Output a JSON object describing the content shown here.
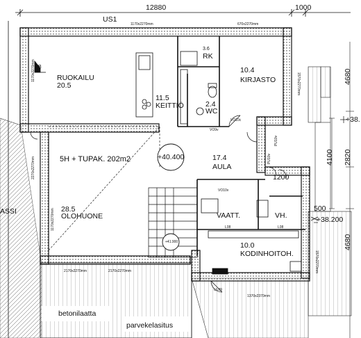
{
  "dimensions": {
    "top_total": "12880",
    "top_right": "1000",
    "right_upper": "4680",
    "right_mid": "2820",
    "right_lower": "4680",
    "aula_depth": "4100",
    "small_1200": "1200",
    "small_500": "500"
  },
  "elevations": {
    "main_floor": "+40.400",
    "right_upper_level": "+38.",
    "right_lower_level": "+38.200",
    "sauna_level": "+41.900"
  },
  "title": "5H + TUPAK. 202m2",
  "rooms": [
    {
      "name": "RUOKAILU",
      "area": "20.5"
    },
    {
      "name": "KEITTIÖ",
      "area": "11.5"
    },
    {
      "name": "RK",
      "area": "3.6"
    },
    {
      "name": "WC",
      "area": "2.4"
    },
    {
      "name": "KIRJASTO",
      "area": "10.4"
    },
    {
      "name": "AULA",
      "area": "17.4"
    },
    {
      "name": "OLOHUONE",
      "area": "28.5"
    },
    {
      "name": "VAATT.",
      "area": ""
    },
    {
      "name": "VH.",
      "area": ""
    },
    {
      "name": "KODINHOITOH.",
      "area": "10.0"
    }
  ],
  "labels": {
    "us1": "US1",
    "assi": "ASSI",
    "section_mark": "B",
    "terrace": "betonilaatta",
    "balcony": "parvekelasitus"
  },
  "door_tags": {
    "vo9v": "VO9v",
    "vo10c": "VO10c",
    "vo10v": "VO10v",
    "ul09": "UL09",
    "l08_left": "L08",
    "l08_right": "L08",
    "pu10_1": "PU10v",
    "pu10_2": "PU10v"
  },
  "window_tags": {
    "top_a": "1170x2270mm",
    "top_b": "670x2270mm",
    "bottom_a": "2170x2270mm",
    "bottom_b": "2170x2270mm",
    "bottom_c": "1370x2370mm",
    "side_a": "1570x2270mm",
    "side_b": "2270x2270mm",
    "side_c": "1170x2270mm",
    "side_d": "1570x2270mm",
    "side_e": "1170x2270mm"
  },
  "colors": {
    "line": "#111111",
    "wall_fill": "#ffffff",
    "background": "#ffffff"
  }
}
